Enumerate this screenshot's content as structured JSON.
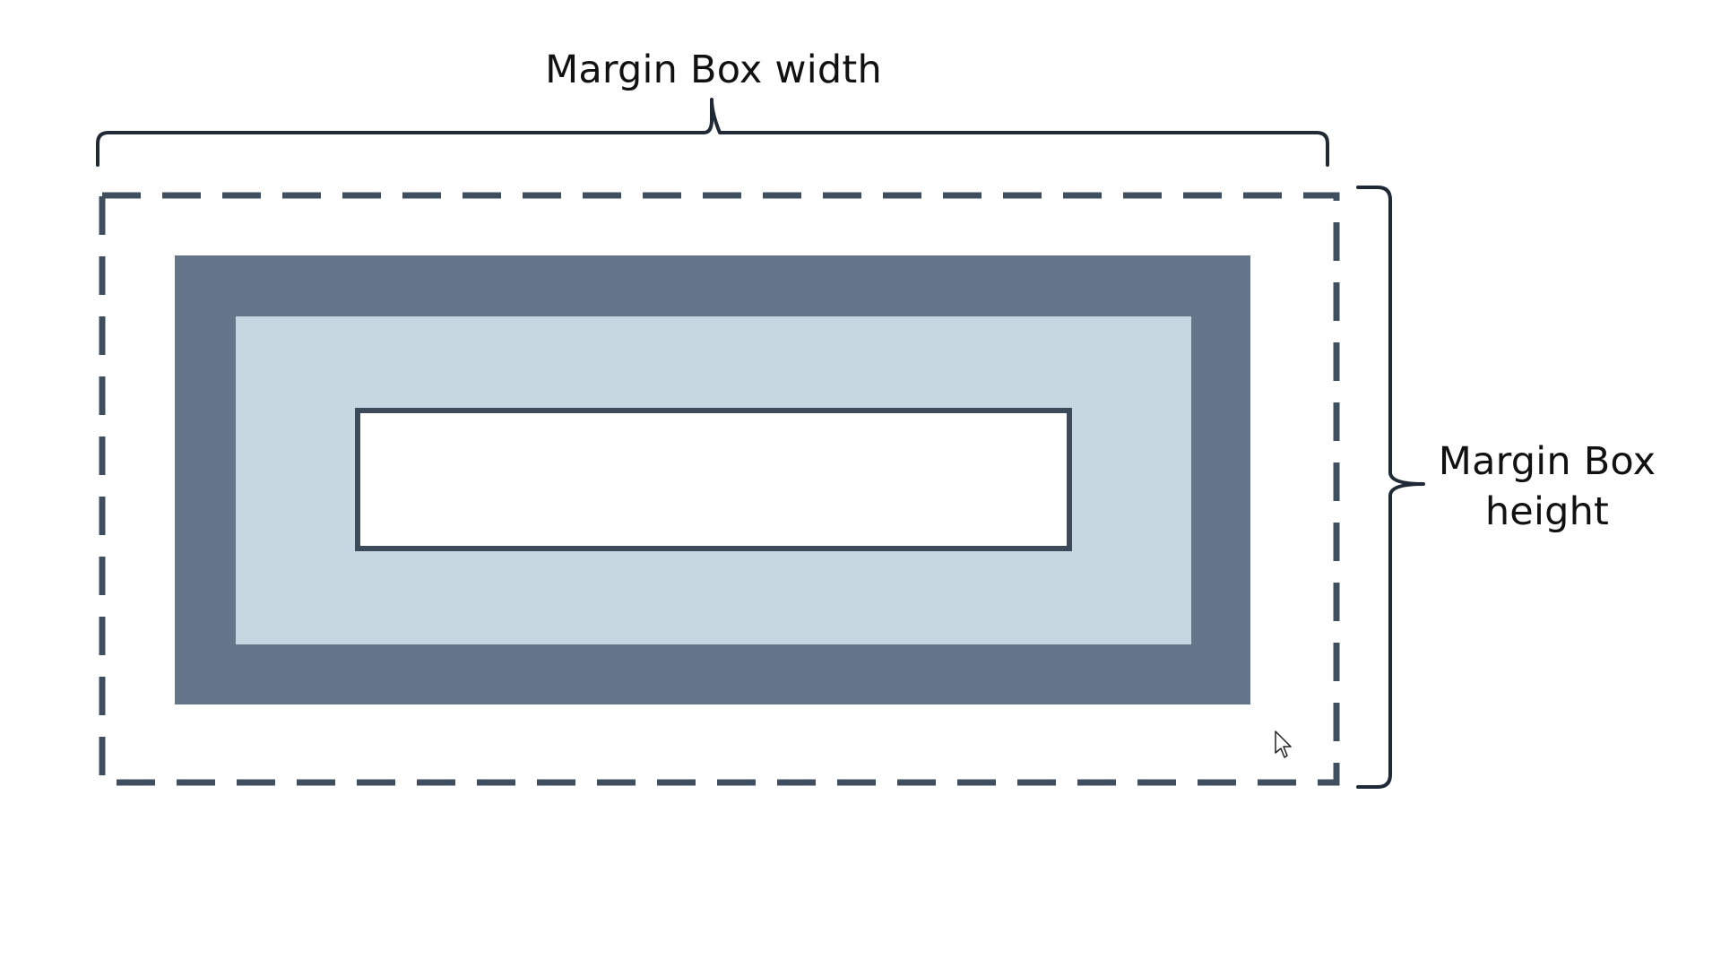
{
  "labels": {
    "width": "Margin Box width",
    "height_line1": "Margin Box",
    "height_line2": "height"
  },
  "colors": {
    "background": "#ffffff",
    "margin_outline": "#3f4f60",
    "border": "#657589",
    "padding": "#c6d7e1",
    "content": "#ffffff",
    "content_outline": "#3c4a5a",
    "bracket": "#1f2a36",
    "text": "#111111"
  },
  "icons": {
    "pointer": "mouse-pointer-icon"
  }
}
